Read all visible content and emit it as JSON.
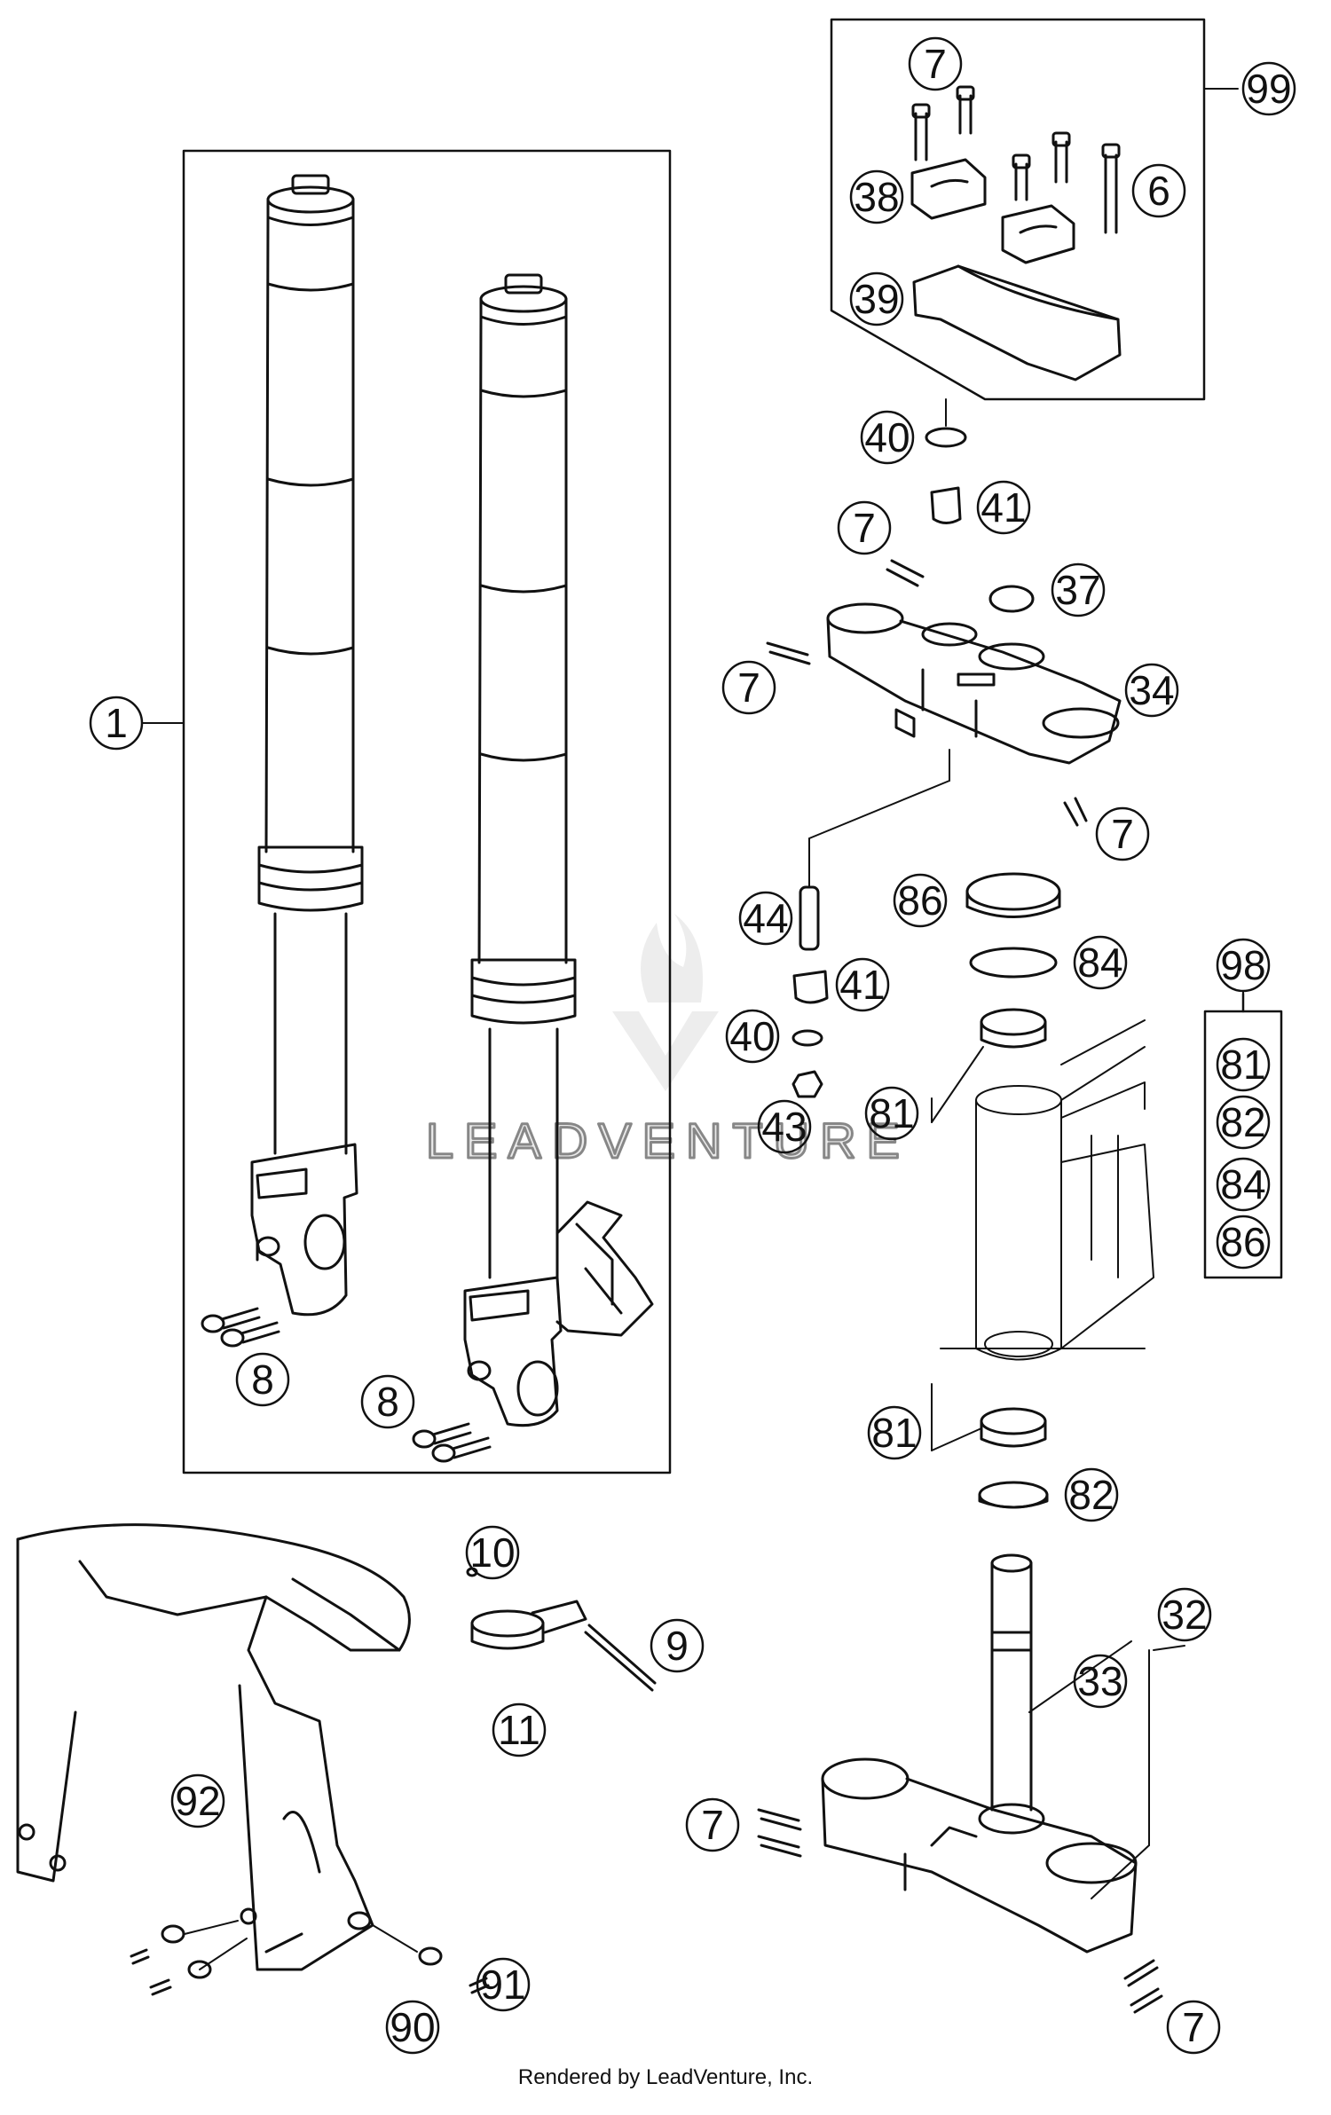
{
  "watermark": {
    "text": "LEADVENTURE"
  },
  "footer": {
    "text": "Rendered by LeadVenture, Inc."
  },
  "callouts": {
    "c1": "1",
    "c6": "6",
    "c7": "7",
    "c8": "8",
    "c9": "9",
    "c10": "10",
    "c11": "11",
    "c32": "32",
    "c33": "33",
    "c34": "34",
    "c37": "37",
    "c38": "38",
    "c39": "39",
    "c40": "40",
    "c41": "41",
    "c43": "43",
    "c44": "44",
    "c81": "81",
    "c82": "82",
    "c84": "84",
    "c86": "86",
    "c90": "90",
    "c91": "91",
    "c92": "92",
    "c98": "98",
    "c99": "99"
  }
}
